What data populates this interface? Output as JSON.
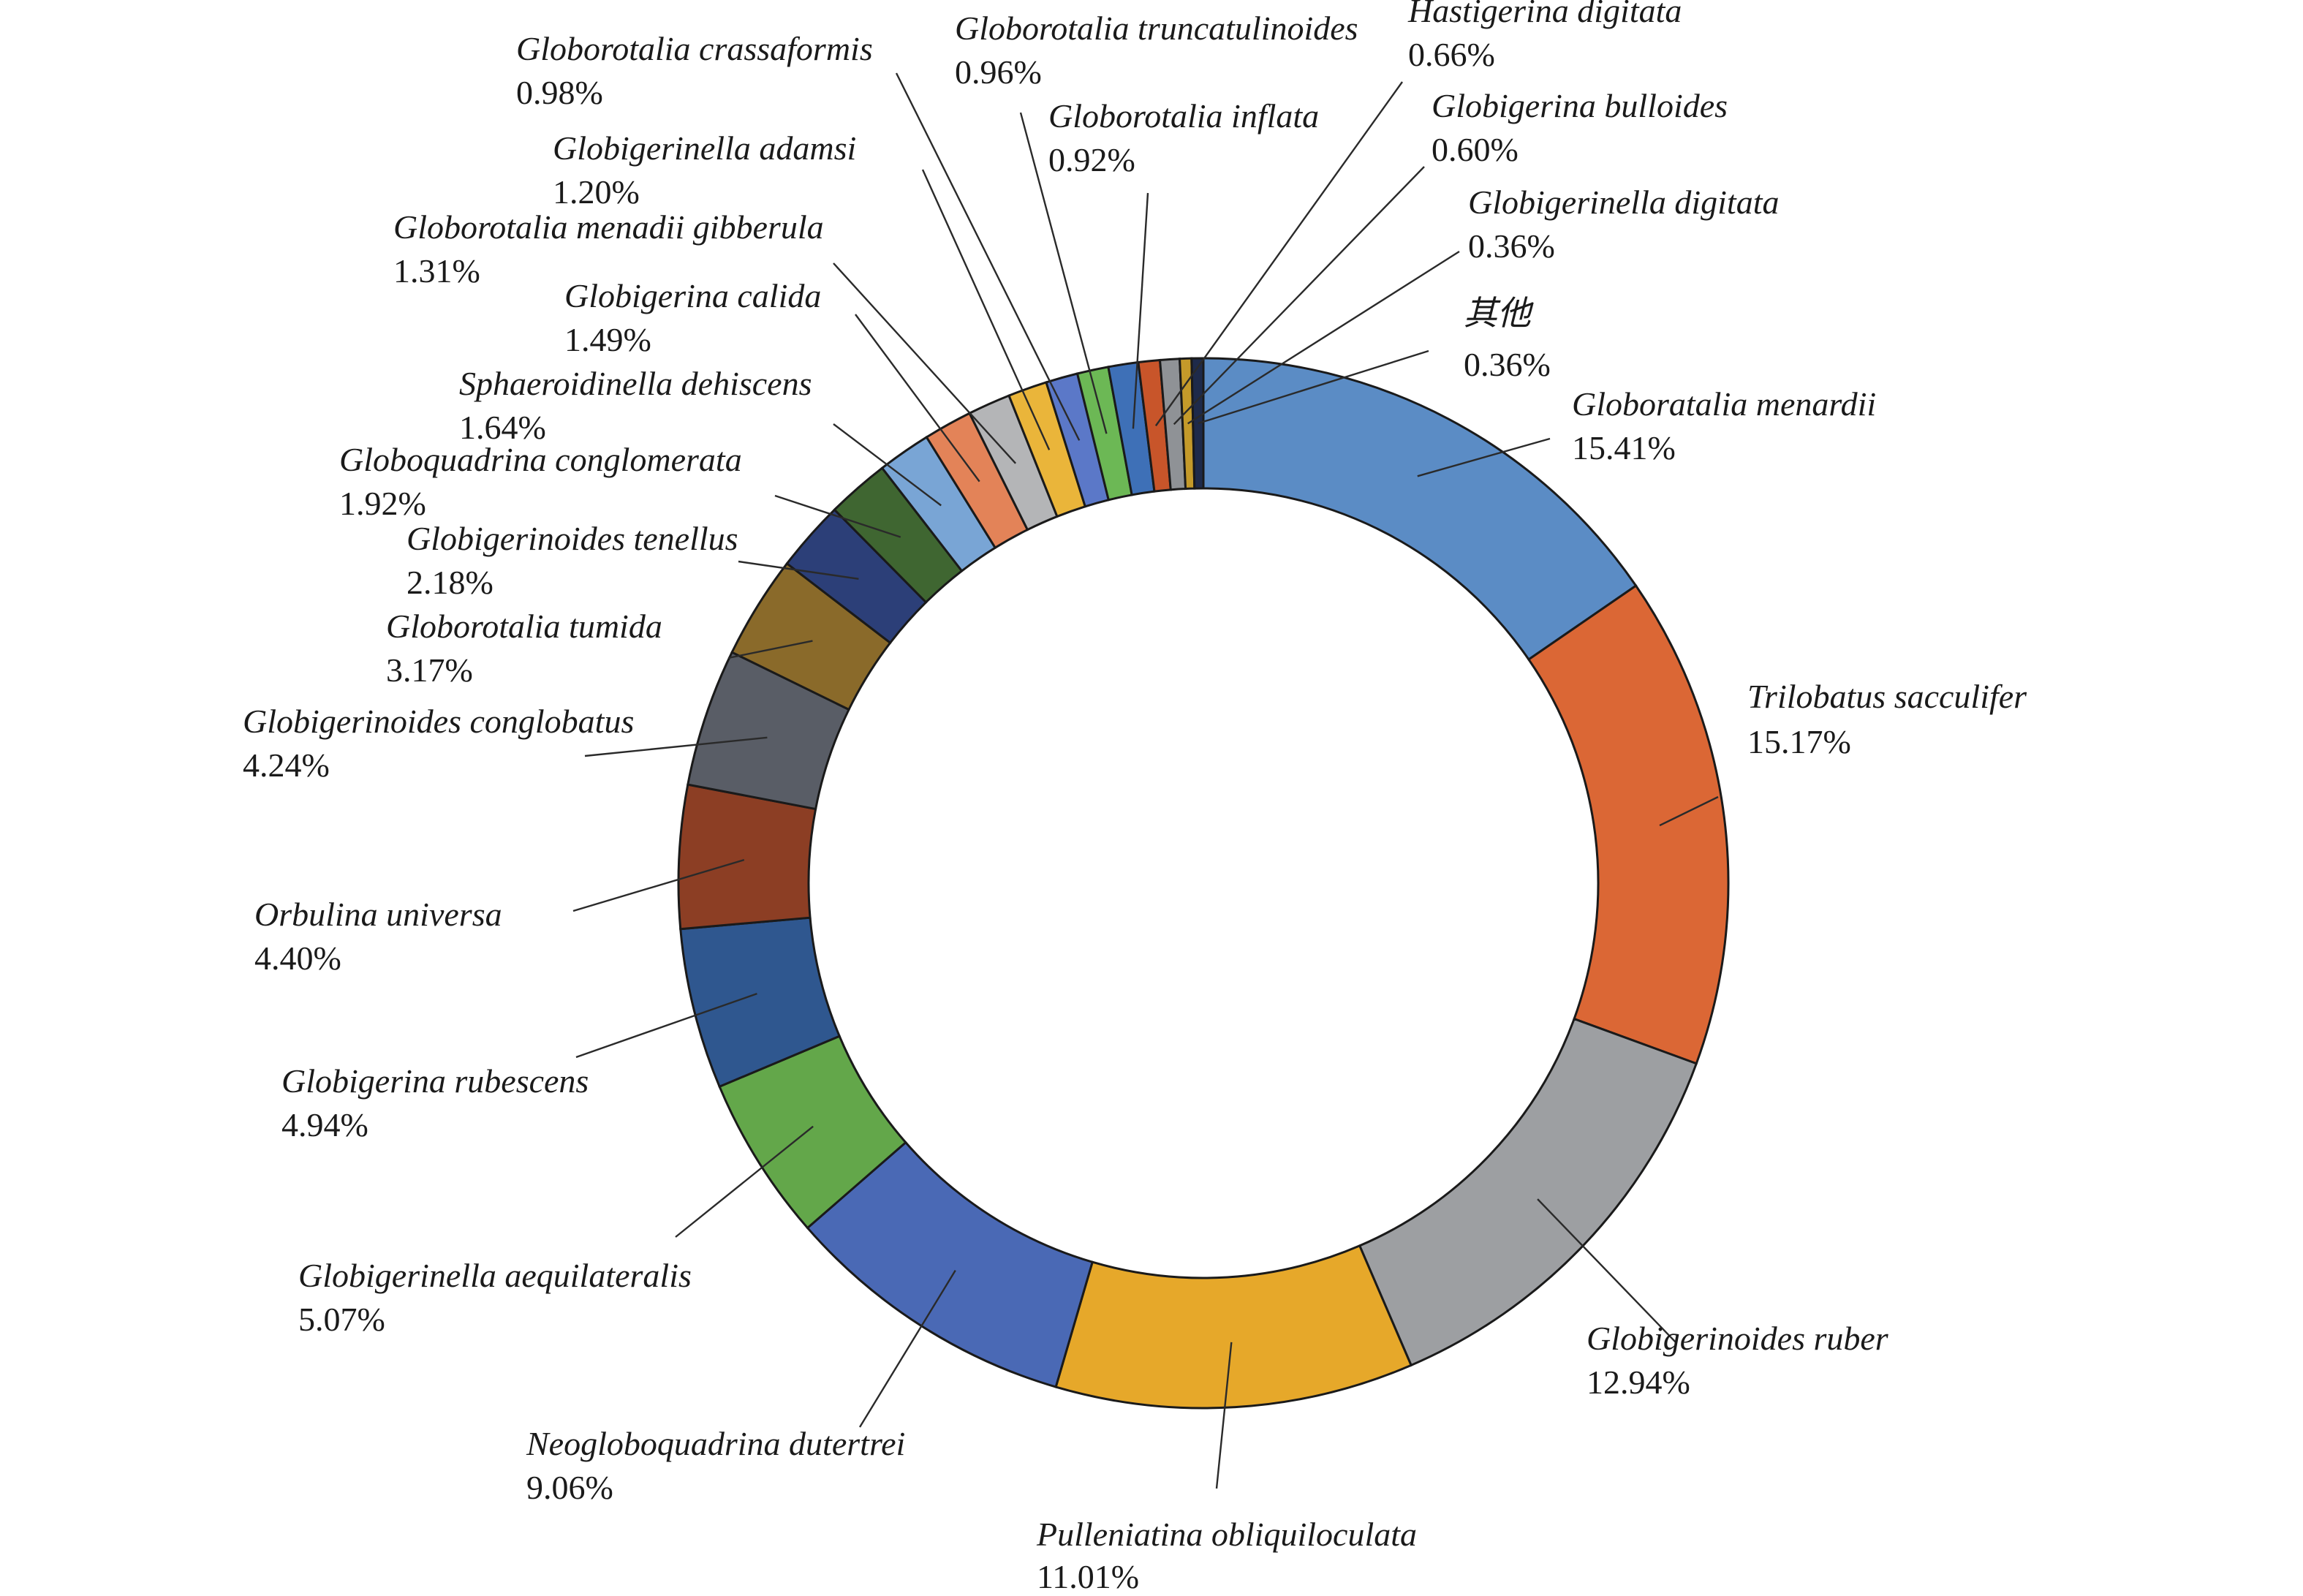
{
  "chart_data": {
    "type": "pie",
    "variant": "donut",
    "unit": "%",
    "slices": [
      {
        "name": "Globoratalia menardii",
        "label": "15.41%",
        "value": 15.41,
        "color": "#5b8cc5"
      },
      {
        "name": "Trilobatus sacculifer",
        "label": "15.17%",
        "value": 15.17,
        "color": "#db6735"
      },
      {
        "name": "Globigerinoides ruber",
        "label": "12.94%",
        "value": 12.94,
        "color": "#9d9fa2"
      },
      {
        "name": "Pulleniatina obliquiloculata",
        "label": "11.01%",
        "value": 11.01,
        "color": "#e6a82a"
      },
      {
        "name": "Neogloboquadrina dutertrei",
        "label": "9.06%",
        "value": 9.06,
        "color": "#4a69b5"
      },
      {
        "name": "Globigerinella aequilateralis",
        "label": "5.07%",
        "value": 5.07,
        "color": "#63a74a"
      },
      {
        "name": "Globigerina rubescens",
        "label": "4.94%",
        "value": 4.94,
        "color": "#2f578f"
      },
      {
        "name": "Orbulina universa",
        "label": "4.40%",
        "value": 4.4,
        "color": "#8c3e24"
      },
      {
        "name": "Globigerinoides conglobatus",
        "label": "4.24%",
        "value": 4.24,
        "color": "#595d66"
      },
      {
        "name": "Globorotalia tumida",
        "label": "3.17%",
        "value": 3.17,
        "color": "#8a6a2a"
      },
      {
        "name": "Globigerinoides tenellus",
        "label": "2.18%",
        "value": 2.18,
        "color": "#2c3f78"
      },
      {
        "name": "Globoquadrina conglomerata",
        "label": "1.92%",
        "value": 1.92,
        "color": "#3f6631"
      },
      {
        "name": "Sphaeroidinella dehiscens",
        "label": "1.64%",
        "value": 1.64,
        "color": "#79a5d5"
      },
      {
        "name": "Globigerina calida",
        "label": "1.49%",
        "value": 1.49,
        "color": "#e38358"
      },
      {
        "name": "Globorotalia menadii gibberula",
        "label": "1.31%",
        "value": 1.31,
        "color": "#b4b5b7"
      },
      {
        "name": "Globigerinella adamsi",
        "label": "1.20%",
        "value": 1.2,
        "color": "#eab53a"
      },
      {
        "name": "Globorotalia crassaformis",
        "label": "0.98%",
        "value": 0.98,
        "color": "#5b78c8"
      },
      {
        "name": "Globorotalia truncatulinoides",
        "label": "0.96%",
        "value": 0.96,
        "color": "#6cb855"
      },
      {
        "name": "Globorotalia inflata",
        "label": "0.92%",
        "value": 0.92,
        "color": "#3e70b7"
      },
      {
        "name": "Hastigerina digitata",
        "label": "0.66%",
        "value": 0.66,
        "color": "#c8552a"
      },
      {
        "name": "Globigerina bulloides",
        "label": "0.60%",
        "value": 0.6,
        "color": "#8f9296"
      },
      {
        "name": "Globigerinella digitata",
        "label": "0.36%",
        "value": 0.36,
        "color": "#c49a2a"
      },
      {
        "name": "其他",
        "label": "0.36%",
        "value": 0.36,
        "color": "#1e2a4a"
      }
    ]
  }
}
